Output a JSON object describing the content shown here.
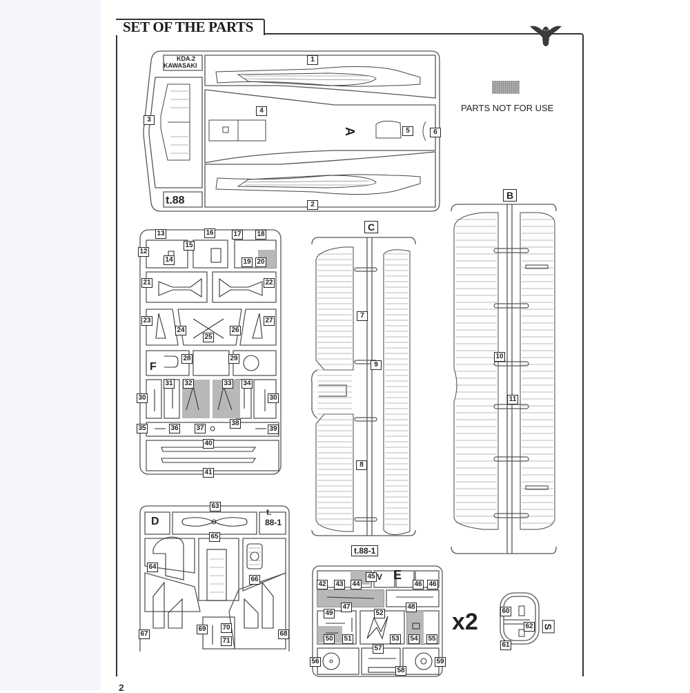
{
  "page": {
    "title": "SET OF THE PARTS",
    "page_number": "2",
    "logo": "owl-logo"
  },
  "legend": {
    "label": "PARTS NOT FOR USE",
    "swatch_color": "#b8b8b8"
  },
  "colors": {
    "ink": "#222222",
    "sprue_line": "#555555",
    "unused_fill": "#b8b8b8",
    "margin": "#f3f5fa"
  },
  "sprues": {
    "A": {
      "letter": "A",
      "brand_line1": "KDA.2",
      "brand_line2": "KAWASAKI",
      "code": "t.88",
      "parts": [
        "1",
        "2",
        "3",
        "4",
        "5",
        "6"
      ]
    },
    "B": {
      "letter": "B",
      "parts": [
        "10",
        "11"
      ]
    },
    "C": {
      "letter": "C",
      "code": "t.88-1",
      "parts": [
        "7",
        "8",
        "9"
      ]
    },
    "F": {
      "letter": "F",
      "parts": [
        "12",
        "13",
        "14",
        "15",
        "16",
        "17",
        "18",
        "19",
        "20",
        "21",
        "22",
        "23",
        "24",
        "25",
        "26",
        "27",
        "28",
        "29",
        "30",
        "30",
        "31",
        "32",
        "33",
        "34",
        "35",
        "36",
        "37",
        "38",
        "39",
        "40",
        "41"
      ]
    },
    "D": {
      "letter": "D",
      "code_line1": "t.",
      "code_line2": "88-1",
      "parts": [
        "63",
        "64",
        "65",
        "66",
        "67",
        "68",
        "69",
        "70",
        "71"
      ]
    },
    "E": {
      "letter": "E",
      "quantity": "x2",
      "extra_mark": "V",
      "parts": [
        "42",
        "43",
        "44",
        "45",
        "46",
        "46",
        "47",
        "48",
        "49",
        "50",
        "51",
        "52",
        "53",
        "54",
        "55",
        "56",
        "57",
        "58",
        "59"
      ]
    },
    "S": {
      "letter": "S",
      "parts": [
        "60",
        "61",
        "62"
      ]
    }
  }
}
